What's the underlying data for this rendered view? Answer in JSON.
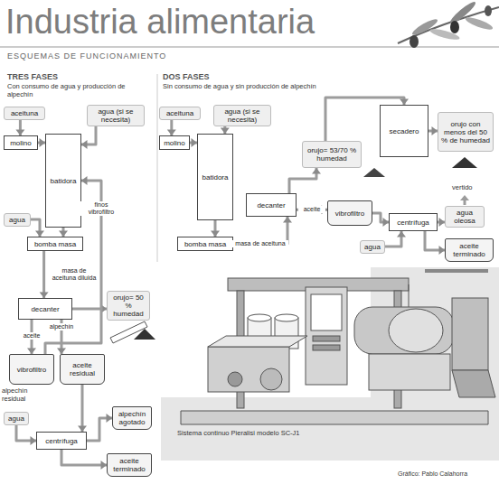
{
  "diagram": {
    "title": "Industria alimentaria",
    "caption": "Gráfico: Pablo Calahorra",
    "nodes": [
      {
        "text": [
          "aceituna"
        ]
      },
      {
        "text": [
          "agua (si se necesita)"
        ]
      },
      {
        "text": [
          "molino"
        ]
      },
      {
        "text": [
          "batidora"
        ]
      },
      {
        "text": [
          "agua"
        ]
      },
      {
        "text": [
          "bomba masa"
        ]
      },
      {
        "text": [
          "decanter"
        ]
      },
      {
        "text": [
          "orujo= 50 % humedad"
        ]
      },
      {
        "text": [
          "vibrofiltro"
        ]
      },
      {
        "text": [
          "aceite residual"
        ]
      },
      {
        "text": [
          "agua"
        ]
      },
      {
        "text": [
          "centrífuga"
        ]
      },
      {
        "text": [
          "alpechín agotado"
        ]
      },
      {
        "text": [
          "aceite terminado"
        ]
      },
      {
        "text": [
          "aceituna"
        ]
      },
      {
        "text": [
          "agua (si se necesita)"
        ]
      },
      {
        "text": [
          "molino"
        ]
      },
      {
        "text": [
          "batidora"
        ]
      },
      {
        "text": [
          "bomba masa"
        ]
      },
      {
        "text": [
          "decanter"
        ]
      },
      {
        "text": [
          "orujo= 53/70 % humedad"
        ]
      },
      {
        "text": [
          "secadero"
        ]
      },
      {
        "text": [
          "orujo con menos del 50 % de humedad"
        ]
      },
      {
        "text": [
          "vibrofiltro"
        ]
      },
      {
        "text": [
          "agua"
        ]
      },
      {
        "text": [
          "centrífuga"
        ]
      },
      {
        "text": [
          "agua oleosa"
        ]
      },
      {
        "text": [
          "aceite terminado"
        ]
      }
    ],
    "edges": [
      {
        "from": 0,
        "to": 2,
        "arrow": "to"
      },
      {
        "from": 1,
        "to": 3,
        "arrow": "to"
      },
      {
        "from": 2,
        "to": 3,
        "arrow": "to"
      },
      {
        "from": 4,
        "to": 5,
        "arrow": "to"
      },
      {
        "from": 3,
        "to": 5,
        "arrow": "to"
      },
      {
        "from": 5,
        "to": 6,
        "label": "masa de aceituna diluida",
        "arrow": "to"
      },
      {
        "from": 6,
        "to": 7,
        "arrow": "to"
      },
      {
        "from": 6,
        "to": 8,
        "label": "aceite",
        "arrow": "to"
      },
      {
        "from": 6,
        "to": 9,
        "label": "alpechín",
        "arrow": "to"
      },
      {
        "from": 8,
        "to": 3,
        "label": "finos vibrofiltro",
        "arrow": "to"
      },
      {
        "from": 9,
        "to": 11,
        "arrow": "to"
      },
      {
        "from": 10,
        "to": 11,
        "arrow": "to"
      },
      {
        "from": 11,
        "to": 12,
        "arrow": "to"
      },
      {
        "from": 11,
        "to": 13,
        "arrow": "to"
      },
      {
        "from": 14,
        "to": 16,
        "arrow": "to"
      },
      {
        "from": 15,
        "to": 17,
        "arrow": "to"
      },
      {
        "from": 16,
        "to": 17,
        "arrow": "to"
      },
      {
        "from": 17,
        "to": 18,
        "arrow": "to"
      },
      {
        "from": 18,
        "to": 19,
        "label": "masa de aceituna",
        "arrow": "to"
      },
      {
        "from": 19,
        "to": 20,
        "arrow": "to"
      },
      {
        "from": 20,
        "to": 21,
        "arrow": "to"
      },
      {
        "from": 21,
        "to": 22,
        "arrow": "to"
      },
      {
        "from": 19,
        "to": 23,
        "label": "aceite",
        "arrow": "to"
      },
      {
        "from": 23,
        "to": 25,
        "arrow": "to"
      },
      {
        "from": 24,
        "to": 25,
        "arrow": "to"
      },
      {
        "from": 25,
        "to": 26,
        "arrow": "to"
      },
      {
        "from": 25,
        "to": 27,
        "arrow": "to"
      }
    ],
    "labels": [
      "ESQUEMAS DE FUNCIONAMIENTO",
      "TRES FASES",
      "Con consumo de agua y producción de alpechín",
      "DOS FASES",
      "Sin consumo de agua y sin producción de alpechín",
      "alpechín residual",
      "vertido",
      "Sistema continuo Pieralisi modelo SC-J1"
    ]
  }
}
